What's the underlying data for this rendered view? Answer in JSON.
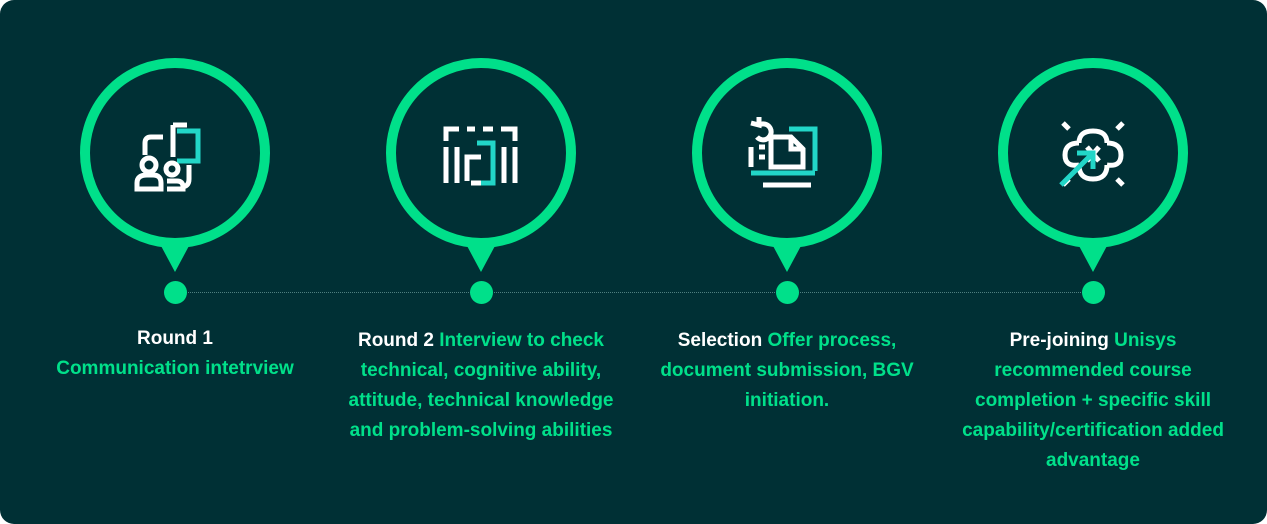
{
  "colors": {
    "background": "#003035",
    "accent": "#00e08a",
    "text_white": "#ffffff",
    "icon_cyan": "#22d6c8",
    "connector": "#4f7f80"
  },
  "steps": [
    {
      "title": "Round 1",
      "description": "Communication intetrview",
      "icon": "interview-people-icon"
    },
    {
      "title": "Round 2",
      "description": "Interview to check technical, cognitive ability, attitude, technical knowledge and problem-solving abilities",
      "icon": "technical-assessment-icon"
    },
    {
      "title": "Selection",
      "description": "Offer process, document submission, BGV initiation.",
      "icon": "document-offer-icon"
    },
    {
      "title": "Pre-joining",
      "description": "Unisys recommended course completion + specific skill capability/certification added advantage",
      "icon": "skill-growth-icon"
    }
  ]
}
